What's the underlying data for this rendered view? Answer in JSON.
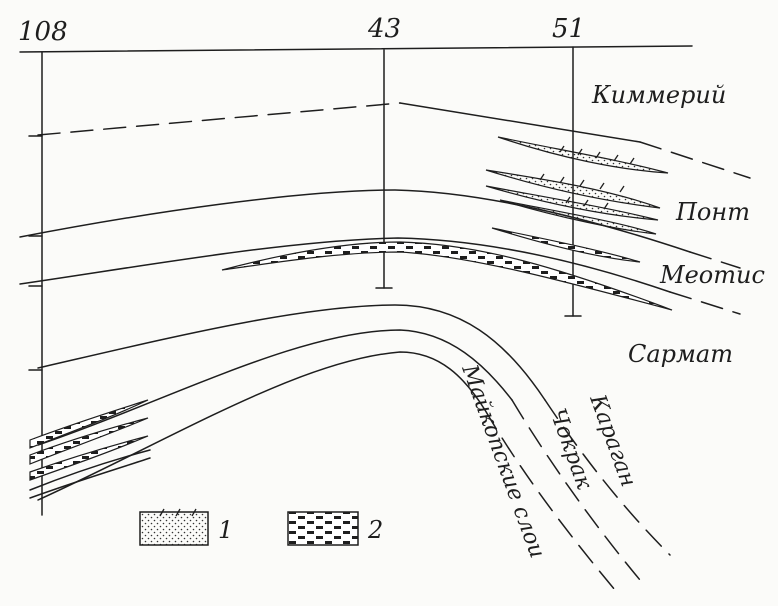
{
  "wells": [
    "108",
    "43",
    "51"
  ],
  "formations": {
    "kimmeri": "Киммерий",
    "pont": "Понт",
    "meotis": "Меотис",
    "sarmat": "Сармат",
    "karagan": "Караган",
    "chokrak": "Чокрак",
    "maikop": "Майкопские слои"
  },
  "legend": [
    {
      "number": "1",
      "pattern": "shell-limestone"
    },
    {
      "number": "2",
      "pattern": "brick-limestone"
    }
  ]
}
